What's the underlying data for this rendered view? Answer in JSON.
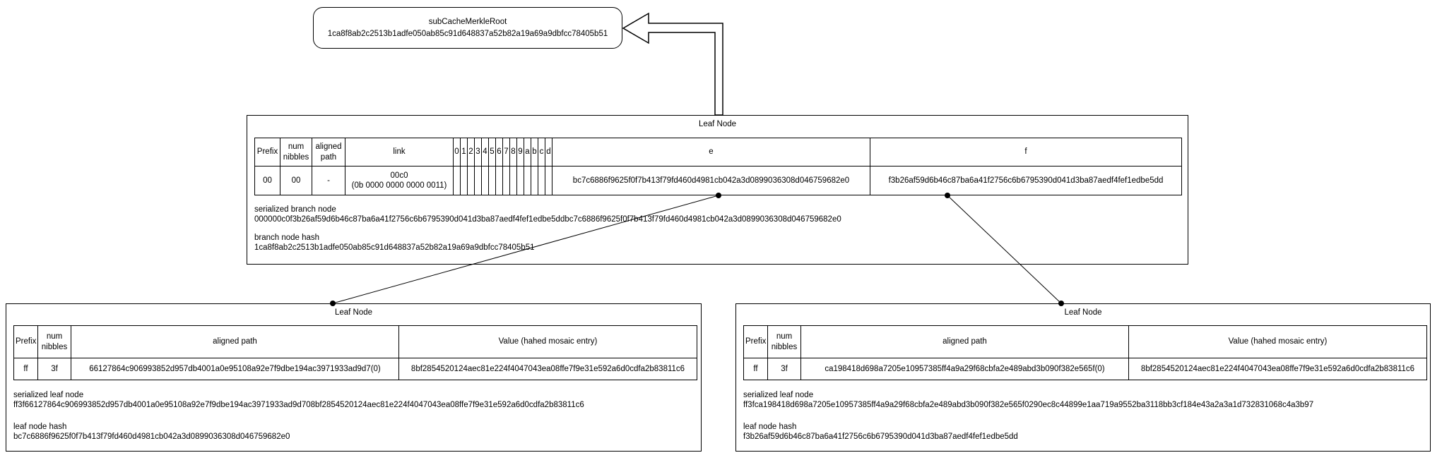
{
  "colors": {
    "background": "#ffffff",
    "line": "#000000",
    "text": "#000000"
  },
  "root": {
    "title": "subCacheMerkleRoot",
    "hash": "1ca8f8ab2c2513b1adfe050ab85c91d648837a52b82a19a69a9dbfcc78405b51"
  },
  "branch": {
    "title": "Leaf Node",
    "headers": {
      "prefix": "Prefix",
      "num_nibbles": "num nibbles",
      "aligned_path": "aligned path",
      "link": "link",
      "e": "e",
      "f": "f"
    },
    "nibble_headers": [
      "0",
      "1",
      "2",
      "3",
      "4",
      "5",
      "6",
      "7",
      "8",
      "9",
      "a",
      "b",
      "c",
      "d"
    ],
    "row": {
      "prefix": "00",
      "num_nibbles": "00",
      "aligned_path": "-",
      "link_value": "00c0",
      "link_binary": "(0b 0000 0000 0000 0011)",
      "e_hash": "bc7c6886f9625f0f7b413f79fd460d4981cb042a3d0899036308d046759682e0",
      "f_hash": "f3b26af59d6b46c87ba6a41f2756c6b6795390d041d3ba87aedf4fef1edbe5dd"
    },
    "serialized_label": "serialized branch node",
    "serialized_value": "000000c0f3b26af59d6b46c87ba6a41f2756c6b6795390d041d3ba87aedf4fef1edbe5ddbc7c6886f9625f0f7b413f79fd460d4981cb042a3d0899036308d046759682e0",
    "hash_label": "branch node hash",
    "hash_value": "1ca8f8ab2c2513b1adfe050ab85c91d648837a52b82a19a69a9dbfcc78405b51"
  },
  "leaf_left": {
    "title": "Leaf Node",
    "headers": {
      "prefix": "Prefix",
      "num_nibbles": "num nibbles",
      "aligned_path": "aligned path",
      "value": "Value (hahed mosaic entry)"
    },
    "row": {
      "prefix": "ff",
      "num_nibbles": "3f",
      "aligned_path": "66127864c906993852d957db4001a0e95108a92e7f9dbe194ac3971933ad9d7(0)",
      "value": "8bf2854520124aec81e224f4047043ea08ffe7f9e31e592a6d0cdfa2b83811c6"
    },
    "serialized_label": "serialized leaf node",
    "serialized_value": "ff3f66127864c906993852d957db4001a0e95108a92e7f9dbe194ac3971933ad9d708bf2854520124aec81e224f4047043ea08ffe7f9e31e592a6d0cdfa2b83811c6",
    "hash_label": "leaf node hash",
    "hash_value": "bc7c6886f9625f0f7b413f79fd460d4981cb042a3d0899036308d046759682e0"
  },
  "leaf_right": {
    "title": "Leaf Node",
    "headers": {
      "prefix": "Prefix",
      "num_nibbles": "num nibbles",
      "aligned_path": "aligned path",
      "value": "Value (hahed mosaic entry)"
    },
    "row": {
      "prefix": "ff",
      "num_nibbles": "3f",
      "aligned_path": "ca198418d698a7205e10957385ff4a9a29f68cbfa2e489abd3b090f382e565f(0)",
      "value": "8bf2854520124aec81e224f4047043ea08ffe7f9e31e592a6d0cdfa2b83811c6"
    },
    "serialized_label": "serialized leaf node",
    "serialized_value": "ff3fca198418d698a7205e10957385ff4a9a29f68cbfa2e489abd3b090f382e565f0290ec8c44899e1aa719a9552ba3118bb3cf184e43a2a3a1d732831068c4a3b97",
    "hash_label": "leaf node hash",
    "hash_value": "f3b26af59d6b46c87ba6a41f2756c6b6795390d041d3ba87aedf4fef1edbe5dd"
  }
}
